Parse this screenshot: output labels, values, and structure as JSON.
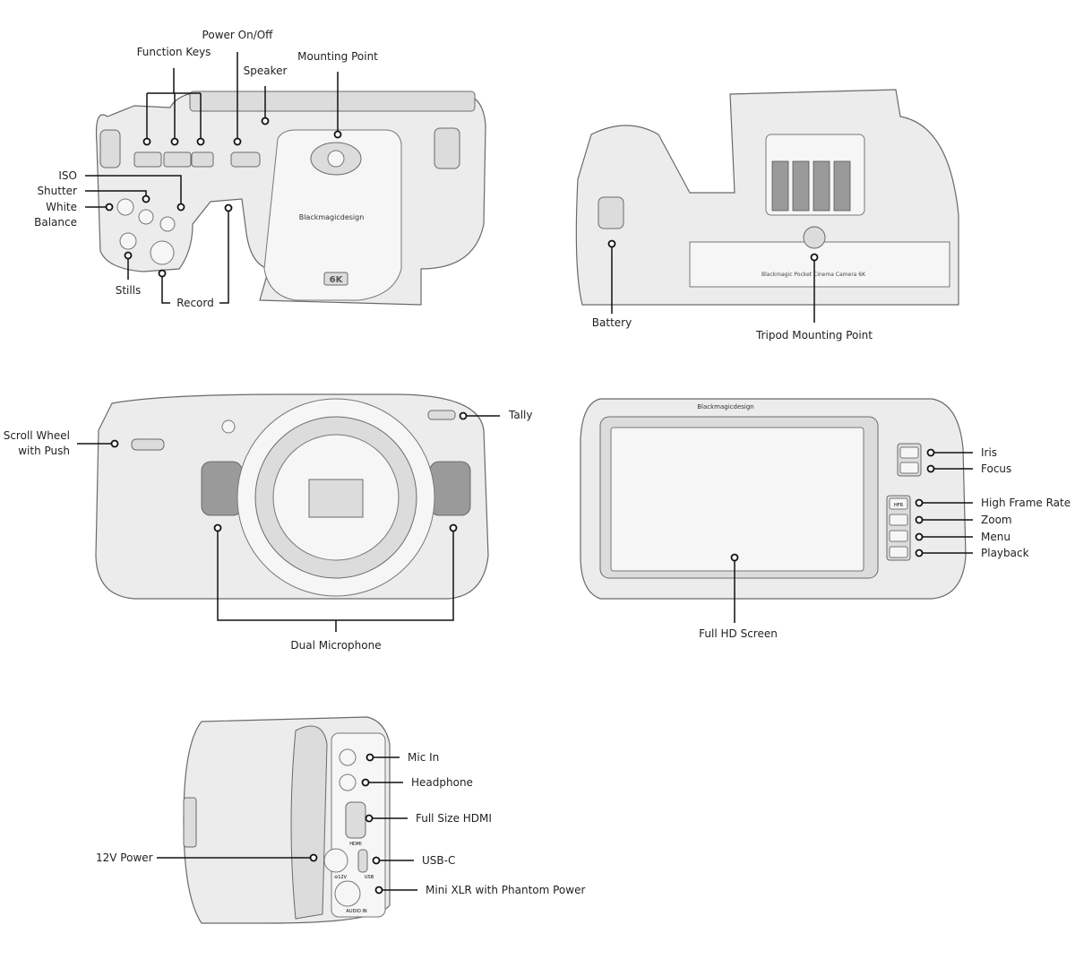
{
  "top_view": {
    "labels": {
      "power": "Power On/Off",
      "function_keys": "Function Keys",
      "speaker": "Speaker",
      "mounting_point": "Mounting Point",
      "iso": "ISO",
      "shutter": "Shutter",
      "white_balance_1": "White",
      "white_balance_2": "Balance",
      "stills": "Stills",
      "record": "Record"
    },
    "badge": "6K",
    "brand": "Blackmagicdesign"
  },
  "bottom_view": {
    "labels": {
      "battery": "Battery",
      "tripod": "Tripod Mounting Point"
    },
    "plate_text": "Blackmagic Pocket Cinema Camera 6K"
  },
  "front_view": {
    "labels": {
      "scroll_1": "Scroll Wheel",
      "scroll_2": "with Push",
      "tally": "Tally",
      "dual_mic": "Dual Microphone"
    }
  },
  "rear_view": {
    "labels": {
      "iris": "Iris",
      "focus": "Focus",
      "hfr": "High Frame Rate",
      "zoom": "Zoom",
      "menu": "Menu",
      "playback": "Playback",
      "screen": "Full HD Screen"
    },
    "brand": "Blackmagicdesign",
    "hfr_button": "HFR"
  },
  "side_view": {
    "labels": {
      "mic_in": "Mic In",
      "headphone": "Headphone",
      "hdmi": "Full Size HDMI",
      "usbc": "USB-C",
      "xlr": "Mini XLR with Phantom Power",
      "power12": "12V Power"
    },
    "port_text": {
      "hdmi": "HDMI",
      "v12": "⊖12V",
      "usb": "USB",
      "audio_in": "AUDIO IN"
    }
  }
}
